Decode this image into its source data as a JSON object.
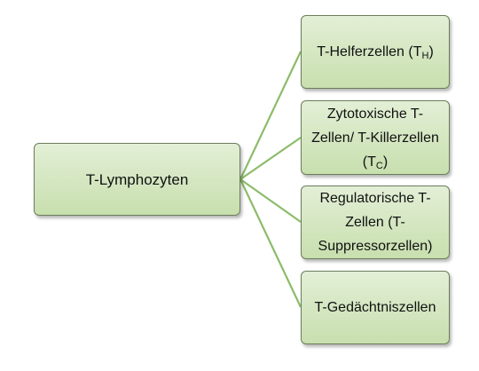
{
  "diagram": {
    "root": {
      "label": "T-Lymphozyten"
    },
    "children": [
      {
        "label": "T-Helferzellen (T",
        "subscript": "H",
        "suffix": ")"
      },
      {
        "label": "Zytotoxische T-Zellen/ T-Killerzellen (T",
        "subscript": "C",
        "suffix": ")"
      },
      {
        "label": "Regulatorische T-Zellen (T-Suppressorzellen)"
      },
      {
        "label": "T-Gedächtniszellen"
      }
    ],
    "colors": {
      "node_fill": "#d5e7c2",
      "node_border": "#6a7d5a",
      "connector": "#8cbc6a"
    }
  }
}
